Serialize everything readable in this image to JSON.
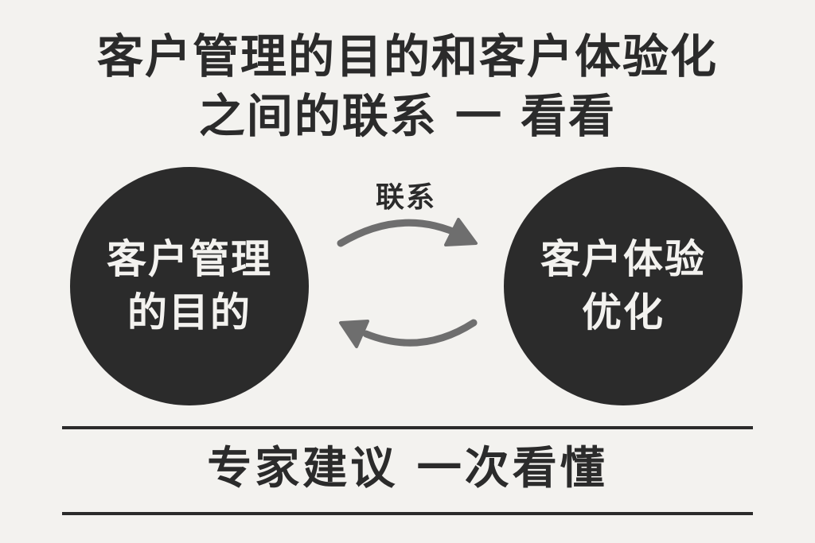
{
  "title": {
    "line1": "客户管理的目的和客户体验化",
    "line2": "之间的联系 一 看看"
  },
  "left_node": {
    "line1": "客户管理",
    "line2": "的目的"
  },
  "right_node": {
    "line1": "客户体验",
    "line2": "优化"
  },
  "relation_label": "联系",
  "arrows": [
    {
      "direction": "left-to-right",
      "position": "top",
      "color": "#6e6e6e"
    },
    {
      "direction": "right-to-left",
      "position": "bottom",
      "color": "#6e6e6e"
    }
  ],
  "footer": "专家建议 一次看懂",
  "colors": {
    "background": "#f3f2ef",
    "dark": "#2b2b2b",
    "arrow": "#6e6e6e",
    "circle_text": "#f3f2ef"
  }
}
